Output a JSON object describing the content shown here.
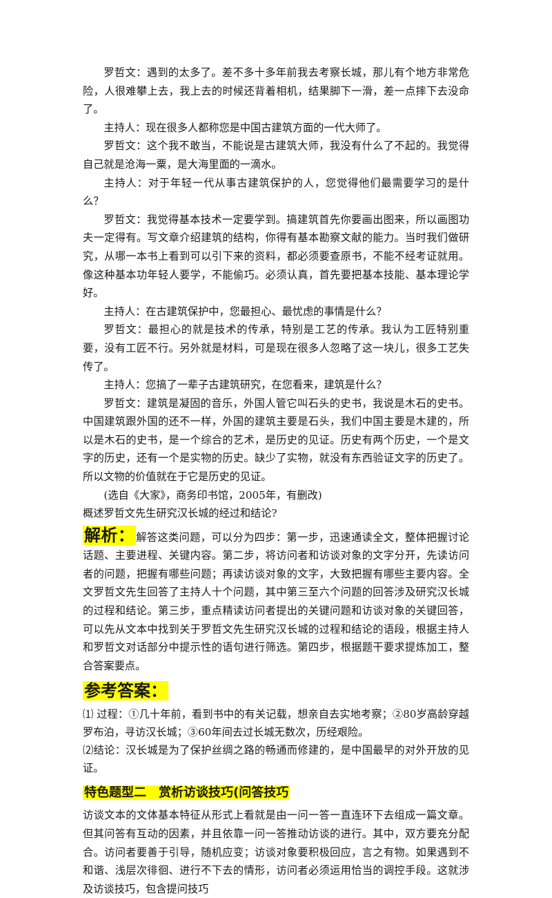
{
  "dialogue": [
    "罗哲文：遇到的太多了。差不多十多年前我去考察长城，那儿有个地方非常危险，人很难攀上去，我上去的时候还背着相机，结果脚下一滑，差一点摔下去没命了。",
    "主持人：现在很多人都称您是中国古建筑方面的一代大师了。",
    "罗哲文：这个我不敢当，不能说是古建筑大师，我没有什么了不起的。我觉得自己就是沧海一粟，是大海里面的一滴水。",
    "主持人：对于年轻一代从事古建筑保护的人，您觉得他们最需要学习的是什么？",
    "罗哲文：我觉得基本技术一定要学到。搞建筑首先你要画出图来，所以画图功夫一定得有。写文章介绍建筑的结构，你得有基本勘察文献的能力。当时我们做研究，从哪一本书上看到可以引下来的资料，都必须要查原书，不能不经考证就用。像这种基本功年轻人要学，不能偷巧。必须认真，首先要把基本技能、基本理论学好。",
    "主持人：在古建筑保护中，您最担心、最忧虑的事情是什么？",
    "罗哲文：最担心的就是技术的传承，特别是工艺的传承。我认为工匠特别重要，没有工匠不行。另外就是材料，可是现在很多人忽略了这一块儿，很多工艺失传了。",
    "主持人：您搞了一辈子古建筑研究，在您看来，建筑是什么？",
    "罗哲文：建筑是凝固的音乐，外国人管它叫石头的史书，我说是木石的史书。中国建筑跟外国的还不一样，外国的建筑主要是石头，我们中国主要是木建的，所以是木石的史书，是一个综合的艺术，是历史的见证。历史有两个历史，一个是文字的历史，还有一个是实物的历史。缺少了实物，就没有东西验证文字的历史了。所以文物的价值就在于它是历史的见证。"
  ],
  "source": "(选自《大家》，商务印书馆，2005年，有删改)",
  "question": "概述罗哲文先生研究汉长城的经过和结论?",
  "analysis": {
    "label": "解析：",
    "text": "解答这类问题，可以分为四步：第一步，迅速通读全文，整体把握讨论话题、主要进程、关键内容。第二步，将访问者和访谈对象的文字分开，先读访问者的问题，把握有哪些问题；再读访谈对象的文字，大致把握有哪些主要内容。全文罗哲文先生回答了主持人十个问题，其中第三至六个问题的回答涉及研究汉长城的过程和结论。第三步，重点精读访问者提出的关键问题和访谈对象的关键回答，可以先从文本中找到关于罗哲文先生研究汉长城的过程和结论的语段，根据主持人和罗哲文对话部分中提示性的语句进行筛选。第四步，根据题干要求提炼加工，整合答案要点。"
  },
  "answer": {
    "label": "参考答案：",
    "items": [
      "⑴ 过程：①几十年前，看到书中的有关记载，想亲自去实地考察；②80岁高龄穿越罗布泊，寻访汉长城；③60年间去过长城无数次，历经艰险。",
      "⑵结论：汉长城是为了保护丝绸之路的畅通而修建的，是中国最早的对外开放的见证。"
    ]
  },
  "section": {
    "title": "特色题型二　赏析访谈技巧(问答技巧",
    "intro": "访谈文本的文体基本特征从形式上看就是由一问一答一直连环下去组成一篇文章。但其问答有互动的因素，并且依靠一问一答推动访谈的进行。其中，双方要充分配合。访问者要善于引导，随机应变；访谈对象要积极回应，言之有物。如果遇到不和谐、浅层次徘徊、进行不下去的情形，访问者必须运用恰当的调控手段。这就涉及访谈技巧，包含提问技巧"
  }
}
